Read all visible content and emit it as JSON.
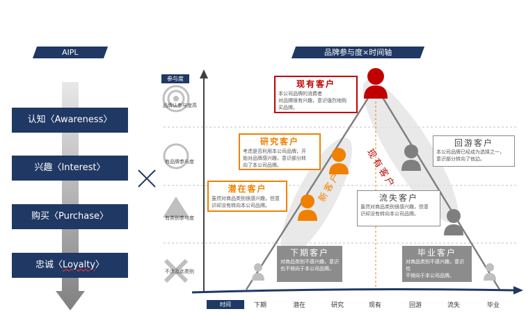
{
  "left": {
    "banner": "AIPL",
    "stages": [
      "认知〈Awareness〉",
      "兴趣〈Interest〉",
      "购买〈Purchase〉"
    ],
    "loyalty": {
      "prefix": "忠诚〈",
      "word": "Loyalty",
      "suffix": "〉"
    }
  },
  "right": {
    "banner": "品牌参与度×时间轴",
    "y_axis_title": "参与度",
    "levels": [
      "品牌认参与度高",
      "有品牌参与度",
      "有类别参与度",
      "不涉及此类别"
    ],
    "x_axis_title": "时间",
    "x_ticks": [
      "下期",
      "潜在",
      "研究",
      "现有",
      "回游",
      "流失",
      "毕业"
    ]
  },
  "cards": {
    "current": {
      "title": "现有客户",
      "body": "本公司品牌的消费者\n对品牌很有兴趣，意识强烈地购\n买品牌。"
    },
    "research": {
      "title": "研究客户",
      "body": "考虑是否利用本公司品牌，开\n始对品牌感兴趣，意识部分转\n向了本公司品牌。"
    },
    "potential": {
      "title": "潜在客户",
      "body": "虽然对商品类别很感兴趣，但意\n识却没有转向本公司品牌。"
    },
    "returning": {
      "title": "回游客户",
      "body": "本公司品牌已经成为选择之一，\n意识部分转向了他边。"
    },
    "lost": {
      "title": "流失客户",
      "body": "虽然对商品类别很感兴趣，但意\n识却没有转向本公司品牌。"
    },
    "next": {
      "title": "下期客户",
      "body": "对商品类别不感兴趣，意识\n也不倾向于本公司品牌。"
    },
    "graduate": {
      "title": "毕业客户",
      "body": "对商品类别不感兴趣，意识也\n不倾向于本公司品牌。"
    }
  },
  "ellipse_labels": {
    "new": "新客户",
    "existing": "现有客户"
  },
  "colors": {
    "navy": "#1f3864",
    "red": "#c00000",
    "orange": "#f08000",
    "grey": "#8c8c8c"
  },
  "icons": {
    "multiply": "multiply-icon",
    "person": "person-icon"
  }
}
